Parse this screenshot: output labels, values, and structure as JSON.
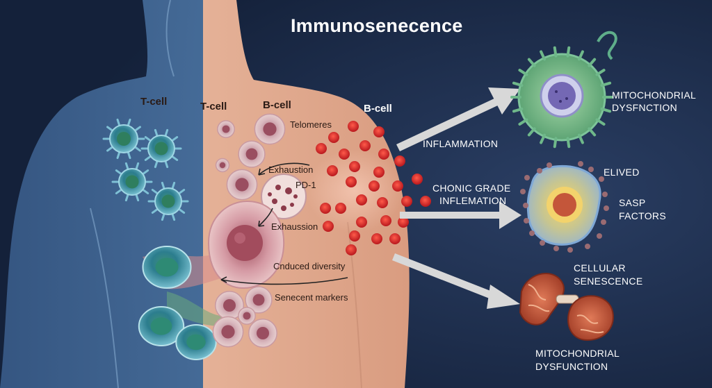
{
  "title": "Immunosenecence",
  "labels": {
    "t_cell_left": "T-cell",
    "t_cell_mid": "T-cell",
    "b_cell_mid": "B-cell",
    "b_cell_right": "B-cell",
    "telomeres": "Telomeres",
    "exhaustion": "Exhaustion",
    "pd1": "PD-1",
    "exhaussion": "Exhaussion",
    "cnduced_diversity": "Cnduced diversity",
    "senecent_markers": "Senecent markers",
    "inflammation": "INFLAMMATION",
    "chonic_grade_1": "CHONIC GRADE",
    "chonic_grade_2": "INFLEMATION",
    "mito_top_1": "MITOCHONDRIAL",
    "mito_top_2": "DYSFNCTION",
    "elived": "ELIVED",
    "sasp_1": "SASP",
    "sasp_2": "FACTORS",
    "cellular_1": "CELLULAR",
    "cellular_2": "SENESCENCE",
    "mito_bottom_1": "MITOCHONDRIAL",
    "mito_bottom_2": "DYSFUNCTION"
  },
  "colors": {
    "background": "#1a2a48",
    "skin": "#eab59a",
    "body_blue": "#4f79a8",
    "t_cell": "#2f9aa4",
    "red_dot": "#d62a2a",
    "arrow": "#d8d8d8",
    "senescent_cell": "#6cab7a"
  },
  "icons": [
    "t-cell-icon",
    "b-cell-icon",
    "red-blood-cell-icon",
    "arrow-icon",
    "senescent-cell-icon",
    "sasp-cell-icon",
    "mitochondrion-icon"
  ]
}
